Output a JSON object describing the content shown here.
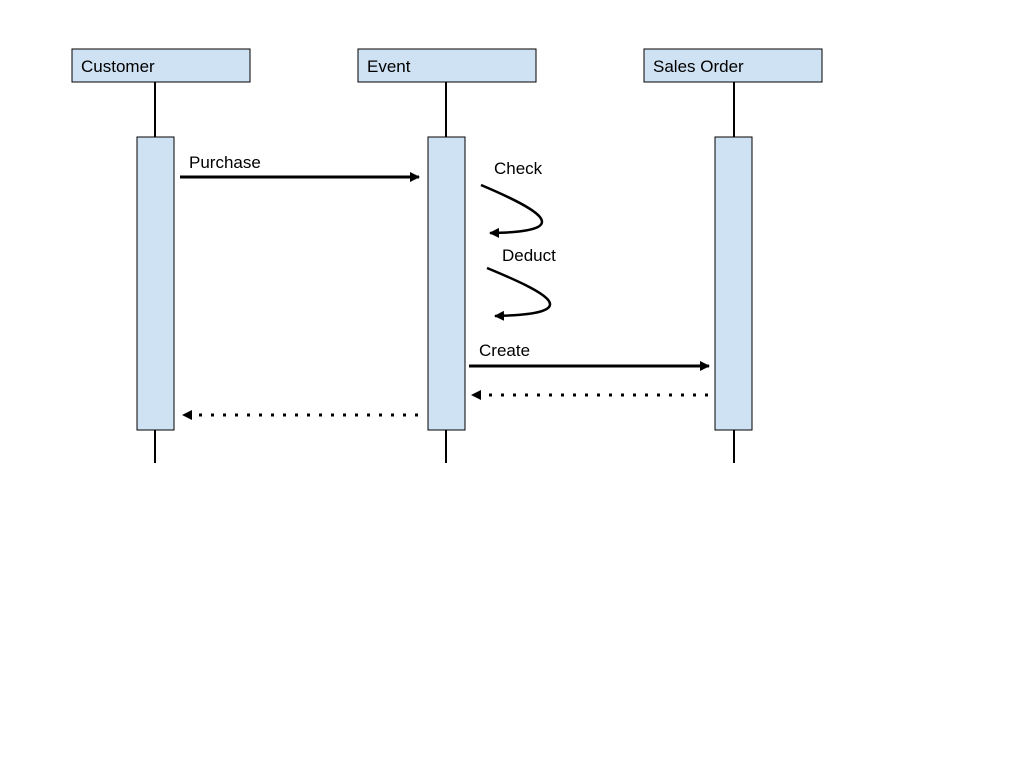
{
  "colors": {
    "box_fill": "#cfe2f3",
    "stroke": "#000000",
    "background": "#ffffff"
  },
  "participants": [
    {
      "label": "Customer"
    },
    {
      "label": "Event"
    },
    {
      "label": "Sales Order"
    }
  ],
  "messages": [
    {
      "label": "Purchase",
      "from": "Customer",
      "to": "Event",
      "style": "solid"
    },
    {
      "label": "Check",
      "from": "Event",
      "to": "Event",
      "style": "solid"
    },
    {
      "label": "Deduct",
      "from": "Event",
      "to": "Event",
      "style": "solid"
    },
    {
      "label": "Create",
      "from": "Event",
      "to": "Sales Order",
      "style": "solid"
    },
    {
      "label": "",
      "from": "Sales Order",
      "to": "Event",
      "style": "dotted"
    },
    {
      "label": "",
      "from": "Event",
      "to": "Customer",
      "style": "dotted"
    }
  ]
}
